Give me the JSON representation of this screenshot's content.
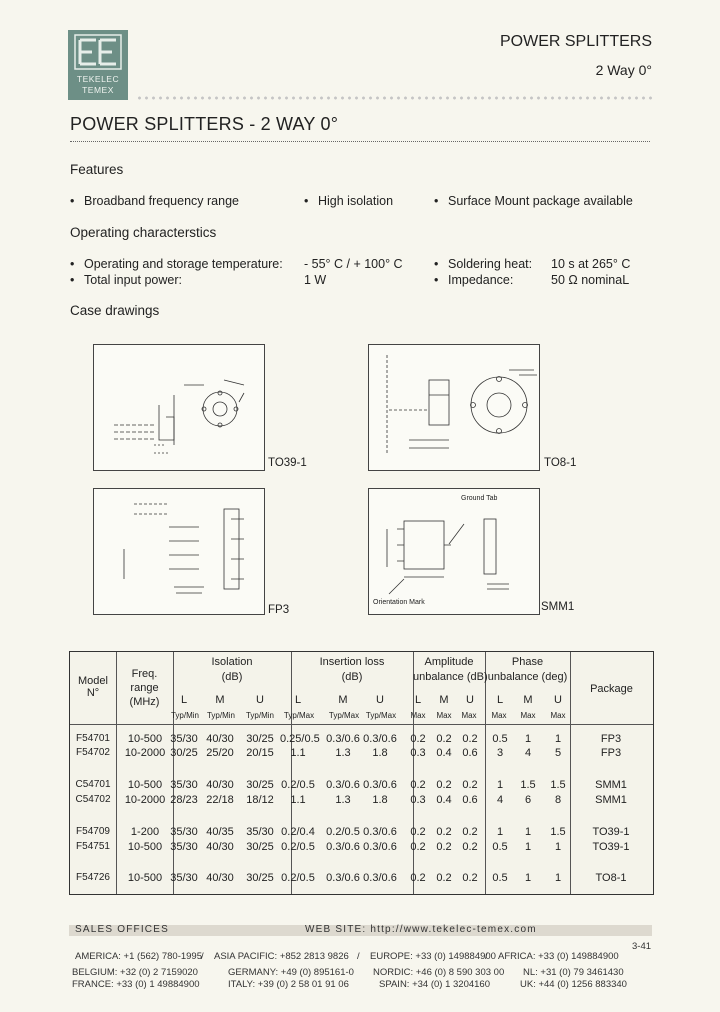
{
  "header": {
    "logo_line1": "TEKELEC",
    "logo_line2": "TEMEX",
    "title": "POWER SPLITTERS",
    "subtitle": "2 Way 0°"
  },
  "main_title": "POWER SPLITTERS - 2 WAY 0°",
  "features": {
    "heading": "Features",
    "items": [
      "Broadband frequency range",
      "High isolation",
      "Surface Mount package available"
    ]
  },
  "operating": {
    "heading": "Operating characterstics",
    "temp_label": "Operating and storage temperature:",
    "temp_value": "- 55° C / + 100° C",
    "solder_label": "Soldering heat:",
    "solder_value": "10 s at 265° C",
    "power_label": "Total input power:",
    "power_value": "1 W",
    "imp_label": "Impedance:",
    "imp_value": "50 Ω nominaL"
  },
  "case": {
    "heading": "Case drawings",
    "labels": [
      "TO39-1",
      "TO8-1",
      "FP3",
      "SMM1"
    ],
    "smm1_notes": [
      "Ground Tab",
      "Orientation Mark"
    ]
  },
  "table": {
    "h_model": [
      "Model",
      "N°"
    ],
    "h_freq": [
      "Freq.",
      "range",
      "(MHz)"
    ],
    "h_iso": [
      "Isolation",
      "(dB)"
    ],
    "h_ins": [
      "Insertion loss",
      "(dB)"
    ],
    "h_amp": [
      "Amplitude",
      "unbalance (dB)"
    ],
    "h_phase": [
      "Phase",
      "unbalance (deg)"
    ],
    "h_package": "Package",
    "sub_letters": [
      "L",
      "M",
      "U",
      "L",
      "M",
      "U",
      "L",
      "M",
      "U",
      "L",
      "M",
      "U"
    ],
    "sub_small": [
      "Typ/Min",
      "Typ/Min",
      "Typ/Min",
      "Typ/Max",
      "Typ/Max",
      "Typ/Max",
      "Max",
      "Max",
      "Max",
      "Max",
      "Max",
      "Max"
    ],
    "rows": [
      [
        "F54701",
        "10-500",
        "35/30",
        "40/30",
        "30/25",
        "0.25/0.5",
        "0.3/0.6",
        "0.3/0.6",
        "0.2",
        "0.2",
        "0.2",
        "0.5",
        "1",
        "1",
        "FP3"
      ],
      [
        "F54702",
        "10-2000",
        "30/25",
        "25/20",
        "20/15",
        "1.1",
        "1.3",
        "1.8",
        "0.3",
        "0.4",
        "0.6",
        "3",
        "4",
        "5",
        "FP3"
      ],
      [
        "C54701",
        "10-500",
        "35/30",
        "40/30",
        "30/25",
        "0.2/0.5",
        "0.3/0.6",
        "0.3/0.6",
        "0.2",
        "0.2",
        "0.2",
        "1",
        "1.5",
        "1.5",
        "SMM1"
      ],
      [
        "C54702",
        "10-2000",
        "28/23",
        "22/18",
        "18/12",
        "1.1",
        "1.3",
        "1.8",
        "0.3",
        "0.4",
        "0.6",
        "4",
        "6",
        "8",
        "SMM1"
      ],
      [
        "F54709",
        "1-200",
        "35/30",
        "40/35",
        "35/30",
        "0.2/0.4",
        "0.2/0.5",
        "0.3/0.6",
        "0.2",
        "0.2",
        "0.2",
        "1",
        "1",
        "1.5",
        "TO39-1"
      ],
      [
        "F54751",
        "10-500",
        "35/30",
        "40/30",
        "30/25",
        "0.2/0.5",
        "0.3/0.6",
        "0.3/0.6",
        "0.2",
        "0.2",
        "0.2",
        "0.5",
        "1",
        "1",
        "TO39-1"
      ],
      [
        "F54726",
        "10-500",
        "35/30",
        "40/30",
        "30/25",
        "0.2/0.5",
        "0.3/0.6",
        "0.3/0.6",
        "0.2",
        "0.2",
        "0.2",
        "0.5",
        "1",
        "1",
        "TO8-1"
      ]
    ]
  },
  "footer": {
    "sales": "SALES OFFICES",
    "web": "WEB SITE: http://www.tekelec-temex.com",
    "page": "3-41",
    "line1": [
      "AMERICA: +1 (562) 780-1995",
      "/",
      "ASIA PACIFIC: +852 2813 9826",
      "/",
      "EUROPE: +33 (0) 149884900",
      "/",
      "AFRICA: +33 (0) 149884900"
    ],
    "line2": [
      "BELGIUM: +32 (0) 2 7159020",
      "GERMANY: +49 (0) 895161-0",
      "NORDIC: +46 (0) 8 590 303 00",
      "NL: +31 (0) 79 3461430"
    ],
    "line3": [
      "FRANCE: +33 (0) 1 49884900",
      "ITALY: +39 (0) 2 58 01 91 06",
      "SPAIN: +34 (0) 1 3204160",
      "UK: +44 (0) 1256 883340"
    ]
  }
}
